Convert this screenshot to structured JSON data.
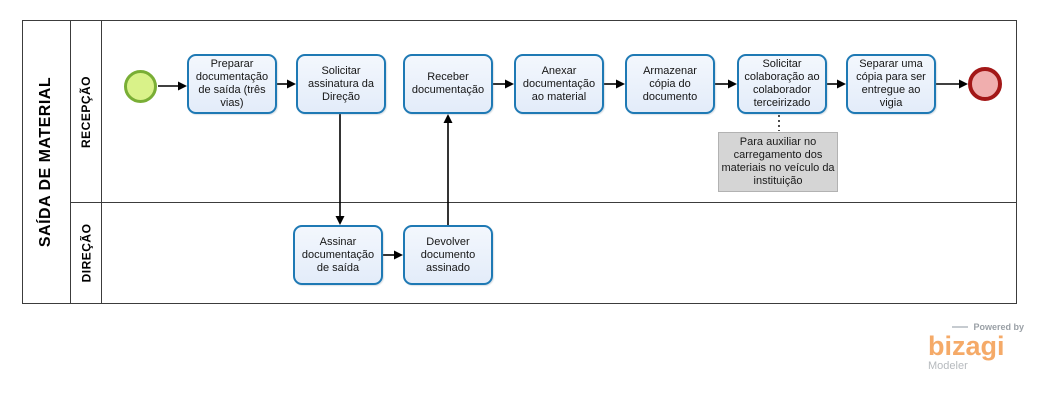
{
  "pool": {
    "title": "SAÍDA DE MATERIAL"
  },
  "lanes": [
    {
      "label": "RECEPÇÃO"
    },
    {
      "label": "DIREÇÃO"
    }
  ],
  "tasks": [
    {
      "id": "preparar-documentacao",
      "lane": "RECEPÇÃO",
      "label": "Preparar documentação de saída (três vias)"
    },
    {
      "id": "solicitar-assinatura",
      "lane": "RECEPÇÃO",
      "label": "Solicitar assinatura da Direção"
    },
    {
      "id": "receber-documentacao",
      "lane": "RECEPÇÃO",
      "label": "Receber documentação"
    },
    {
      "id": "anexar-documentacao",
      "lane": "RECEPÇÃO",
      "label": "Anexar documentação ao material"
    },
    {
      "id": "armazenar-copia",
      "lane": "RECEPÇÃO",
      "label": "Armazenar cópia do documento"
    },
    {
      "id": "solicitar-colaboracao",
      "lane": "RECEPÇÃO",
      "label": "Solicitar colaboração ao colaborador terceirizado"
    },
    {
      "id": "separar-copia",
      "lane": "RECEPÇÃO",
      "label": "Separar uma cópia para ser entregue ao vigia"
    },
    {
      "id": "assinar-documentacao",
      "lane": "DIREÇÃO",
      "label": "Assinar documentação de saída"
    },
    {
      "id": "devolver-documento",
      "lane": "DIREÇÃO",
      "label": "Devolver documento assinado"
    }
  ],
  "events": [
    {
      "id": "start-event",
      "type": "start"
    },
    {
      "id": "end-event",
      "type": "end"
    }
  ],
  "annotation": {
    "text": "Para auxiliar no carregamento dos materiais no veículo da instituição"
  },
  "branding": {
    "powered_by": "Powered by",
    "logo": "bizagi",
    "product": "Modeler"
  },
  "colors": {
    "task_border": "#1e79b4",
    "task_fill": "#e9f0fb",
    "start_border": "#79ae35",
    "start_fill": "#d9f289",
    "end_border": "#a31717",
    "end_fill": "#f0aeae",
    "annotation_fill": "#d5d5d5",
    "brand_orange": "#f5aa68"
  }
}
